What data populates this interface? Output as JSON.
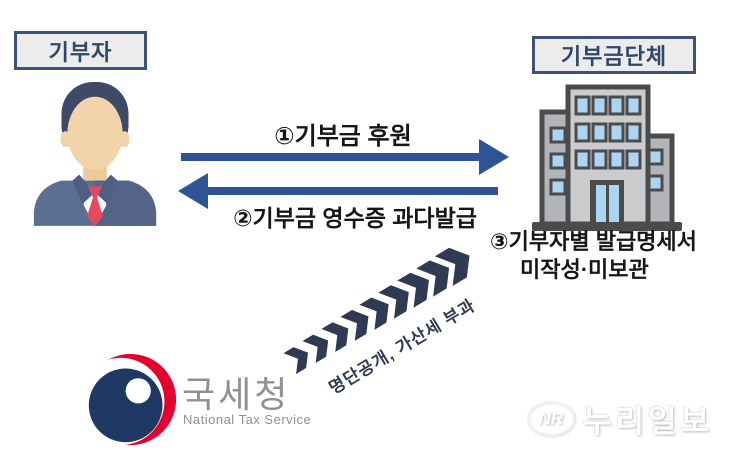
{
  "diagram": {
    "donor_label": "기부자",
    "org_label": "기부금단체",
    "flow1_label": "①기부금 후원",
    "flow2_label": "②기부금 영수증 과다발급",
    "note_line1": "③기부자별 발급명세서",
    "note_line2": "미작성·미보관",
    "penalty_label": "명단공개, 가산세 부과"
  },
  "nts_logo": {
    "title_ko": "국세청",
    "title_en": "National Tax Service"
  },
  "watermark": {
    "monogram": "NR",
    "name": "누리일보"
  },
  "icons": {
    "donor": "donor-person-icon",
    "organization": "organization-building-icon",
    "emblem": "taegeuk-emblem-icon",
    "trail": "chevron-arrow-icon",
    "monogram": "nr-monogram-icon"
  },
  "colors": {
    "arrow_blue": "#2f5496",
    "box_border": "#3c5377",
    "box_bg": "#ececec",
    "box_text": "#2f4768",
    "chevron_navy": "#2e3b52",
    "body_text": "#161616",
    "nts_gray": "#8d9097",
    "emblem_red": "#e6002d",
    "emblem_navy": "#1e3a64",
    "suit": "#5c6e91",
    "tie_red": "#e8485e",
    "window_blue": "#aad5f3"
  }
}
